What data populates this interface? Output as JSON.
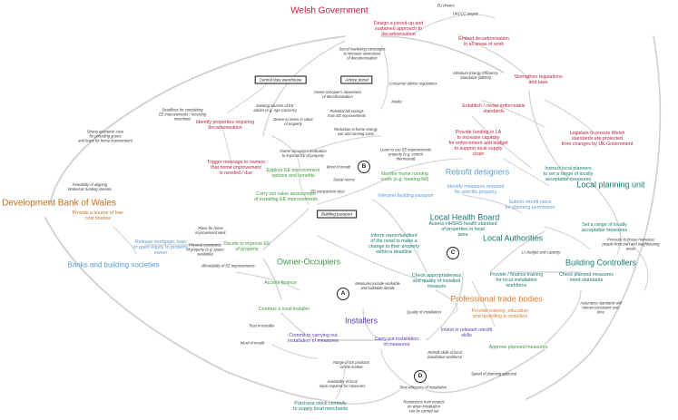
{
  "actors": {
    "welsh_government": "Welsh Government",
    "development_bank": "Development Bank of Wales",
    "banks": "Banks and building societies",
    "owner_occupiers": "Owner-Occupiers",
    "installers": "Installers",
    "retrofit_designers": "Retrofit designers",
    "local_health_board": "Local Health Board",
    "local_authorities": "Local Authorities",
    "local_planning_unit": "Local planning unit",
    "building_controllers": "Building Controllers",
    "professional_trade_bodies": "Professional trade bodies"
  },
  "boxes": {
    "central_data": "Central data warehouse",
    "advice_portal": "Advice portal",
    "building_passport": "Building passport"
  },
  "loops": {
    "a": "A",
    "b": "B",
    "c": "C",
    "d": "D"
  },
  "nodes": {
    "design_joined": [
      "Design a joined-up and",
      "sustained approach to",
      "decarbonisation"
    ],
    "embed_decarb": [
      "Embed decarbonisation",
      "in all areas of work"
    ],
    "strengthen_regs": [
      "Strengthen regulations",
      "and laws"
    ],
    "establish_standards": [
      "Establish / revise enforceable",
      "standards"
    ],
    "provide_funding_la": [
      "Provide funding to LA",
      "to increase capacity",
      "for enforcement and budget",
      "to support local supply",
      "chain"
    ],
    "legislate": [
      "Legislate to ensure Welsh",
      "standards are protected",
      "from changes by UK Government"
    ],
    "identify_properties": [
      "Identify properties requiring",
      "decarbonisation"
    ],
    "trigger_message": [
      "Trigger message to owners",
      "that home improvement",
      "is needed / due"
    ],
    "explore_ee": [
      "Explore EE improvement",
      "options and benefits"
    ],
    "carry_out_value": [
      "Carry out value assessment",
      "of installing EE improvements"
    ],
    "monitor_home": [
      "Monitor home running",
      "costs (e.g. heating bill)"
    ],
    "interpret_passport": [
      "Interpret building passport"
    ],
    "identify_measures": [
      "Identify measures required",
      "for specific property"
    ],
    "submit_plans": [
      "Submit retrofit plans",
      "for planning permission"
    ],
    "instruct_planners": [
      "Instruct local planners",
      "to set a range of locally",
      "acceptable measures"
    ],
    "set_range": [
      "Set a range of locally",
      "acceptable measures"
    ],
    "provide_source": [
      "Provide a source of low-",
      "cost finance"
    ],
    "release_mortgage": [
      "Release mortgage, loan",
      "or grant equity to property",
      "owner"
    ],
    "decide_improve": [
      "Decide to improve EE",
      "of property"
    ],
    "inform_owner": [
      "Inform owner/landlord",
      "of the need to make a",
      "change to their property",
      "within a deadline"
    ],
    "assess_hhsrs": [
      "Assess HHSRS health standard",
      "of properties in local",
      "area"
    ],
    "check_appropriateness": [
      "Check appropriateness",
      "and quality of installed",
      "measure"
    ],
    "provide_finance_training": [
      "Provide / finance training",
      "for local installation",
      "workforce"
    ],
    "check_planned": [
      "Check planned measures",
      "meet standards"
    ],
    "access_finance": [
      "Access finance"
    ],
    "contract_installer": [
      "Contract a local installer"
    ],
    "commit_carry": [
      "Commit to carrying out",
      "installation of measures"
    ],
    "carry_out_installation": [
      "Carry out installation",
      "of measures"
    ],
    "provide_training": [
      "Provide training, education",
      "and upskilling to installers"
    ],
    "invest_retrofit": [
      "Invest in relevant retrofit",
      "skills"
    ],
    "approve_planned": [
      "Approve planned measures"
    ],
    "purchase_stock": [
      "Purchase stock centrally",
      "to supply local merchants"
    ]
  },
  "labels": {
    "eu_drivers": [
      "EU drivers"
    ],
    "ukccc": [
      "UKCCC targets"
    ],
    "social_marketing": [
      "Social marketing campaigns",
      "to increase awareness",
      "of decarbonisation"
    ],
    "mees": [
      "Minimum Energy Efficiency",
      "Standards (MEES)"
    ],
    "consumer_advice": [
      "Consumer advice regulations"
    ],
    "owner_awareness": [
      "Owner-occupier's awareness",
      "of decarbonisation"
    ],
    "media": [
      "Media"
    ],
    "existing_sources": [
      "Existing sources of EE",
      "advice (e.g. Age Concern)"
    ],
    "potential_bill": [
      "Potential bill savings",
      "from EE improvements"
    ],
    "desire_invest": [
      "Desire to invest in value",
      "of property"
    ],
    "reduction_energy": [
      "Reduction in home energy",
      "use and running costs"
    ],
    "strong_economic": [
      "Strong economic case",
      "for providing grants",
      "and loans for home improvement"
    ],
    "deadlines": [
      "Deadlines for completing",
      "EE improvements / receiving",
      "incentives"
    ],
    "owner_motivation": [
      "Owner-occupier's motivation",
      "to improve EE of property"
    ],
    "word_of_mouth_1": [
      "Word of mouth"
    ],
    "learn_ee": [
      "Learn to use EE improvements",
      "property (e.g. control",
      "thermostat)"
    ],
    "social_norms": [
      "Social norms"
    ],
    "ee_comparison": [
      "EE comparison sites"
    ],
    "feasibility": [
      "Feasibility of aligning",
      "Wales/UK funding streams"
    ],
    "plans_improvement": [
      "Plans for home",
      "improvement work"
    ],
    "physical_constraints": [
      "Physical constraints",
      "of property (e.g. space",
      "available)"
    ],
    "affordability": [
      "Affordability of EE improvements"
    ],
    "la_budget": [
      "LA budget and capacity"
    ],
    "pressure_homeless": [
      "Pressure to house homeless",
      "people from own and neighbouring",
      "areas"
    ],
    "measures_workable": [
      "Measures include workable",
      "and buildable details"
    ],
    "quality_installation": [
      "Quality of installation"
    ],
    "trust_installer": [
      "Trust in installer"
    ],
    "word_of_mouth_2": [
      "Word of mouth"
    ],
    "assurance": [
      "Assurance standards will",
      "remain consistent over",
      "time"
    ],
    "range_products": [
      "Range of EE products",
      "on the market"
    ],
    "retrofit_skills": [
      "Retrofit skills of local",
      "installation workforce"
    ],
    "speed_approval": [
      "Speed of planning approval"
    ],
    "availability_stock": [
      "Availability of local",
      "stock required for measures"
    ],
    "time_efficiency": [
      "Time efficiency of installation"
    ],
    "restrictions": [
      "Restrictions from tenants",
      "on when installation",
      "can be carried out"
    ]
  }
}
